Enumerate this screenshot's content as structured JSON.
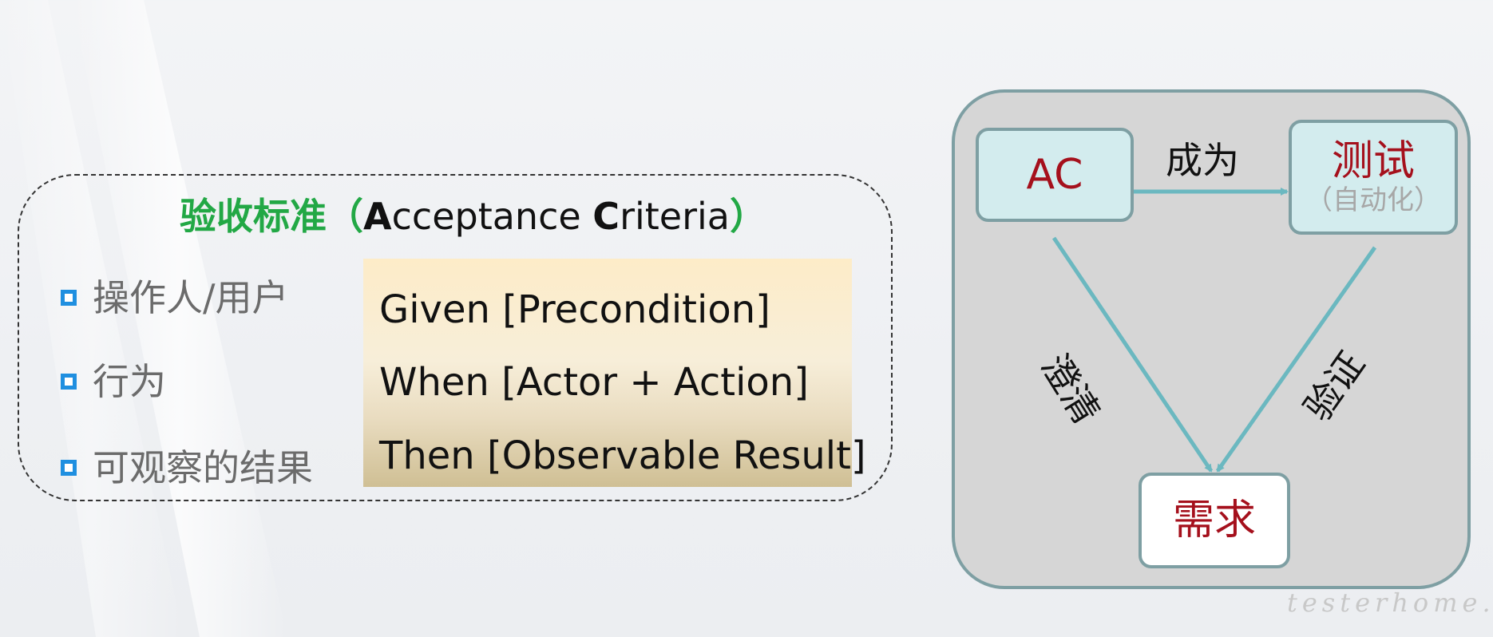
{
  "ac_section": {
    "title_cn": "验收标准",
    "open_paren": "（",
    "close_paren": "）",
    "a_letter": "A",
    "acceptance_rest": "cceptance",
    "c_letter": "C",
    "criteria_rest": "riteria",
    "bullets": [
      {
        "text": "操作人/用户"
      },
      {
        "text": "行为"
      },
      {
        "text": "可观察的结果"
      }
    ],
    "gwt_lines": [
      "Given [Precondition]",
      "When [Actor + Action]",
      "Then [Observable Result]"
    ]
  },
  "diagram": {
    "nodes": {
      "ac": "AC",
      "test": "测试",
      "test_sub": "（自动化）",
      "requirement": "需求"
    },
    "edge_labels": {
      "becomes": "成为",
      "clarify": "澄清",
      "verify": "验证"
    },
    "colors": {
      "arrow": "#6bb8c0",
      "node_border": "#7e9fa3",
      "node_text": "#a5101c"
    }
  },
  "watermark": "testerhome.com"
}
